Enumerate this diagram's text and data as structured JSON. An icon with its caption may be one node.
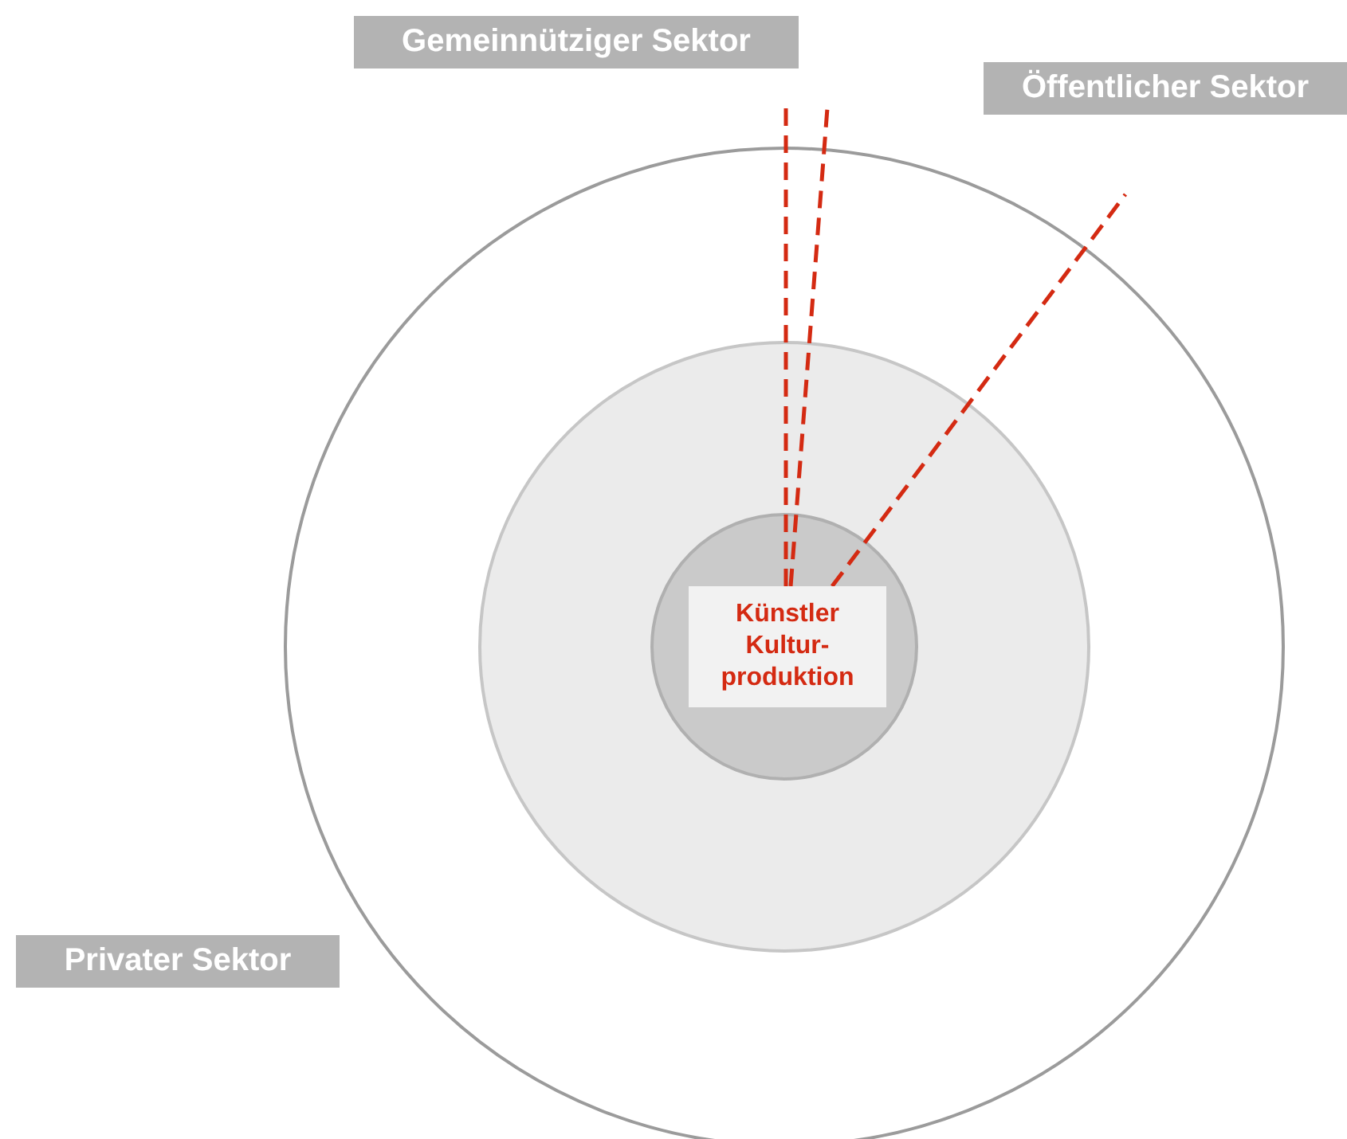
{
  "diagram": {
    "nodes": [
      {
        "text": [],
        "shape": "circle"
      },
      {
        "text": [],
        "shape": "circle",
        "in": 0
      },
      {
        "text": [],
        "shape": "circle",
        "in": 1
      },
      {
        "text": [
          "Künstler Kultur- produktion"
        ],
        "in": 2
      },
      {
        "text": [
          "Gemeinnütziger Sektor"
        ]
      },
      {
        "text": [
          "Öffentlicher Sektor"
        ]
      },
      {
        "text": [
          "Privater Sektor"
        ]
      }
    ],
    "edges": [
      {
        "from": 3,
        "to": null,
        "arrow": "none",
        "style": "dashed",
        "color": "#d42a12"
      },
      {
        "from": 3,
        "to": null,
        "arrow": "none",
        "style": "dashed",
        "color": "#d42a12"
      },
      {
        "from": 3,
        "to": null,
        "arrow": "none",
        "style": "dashed",
        "color": "#d42a12"
      }
    ]
  }
}
